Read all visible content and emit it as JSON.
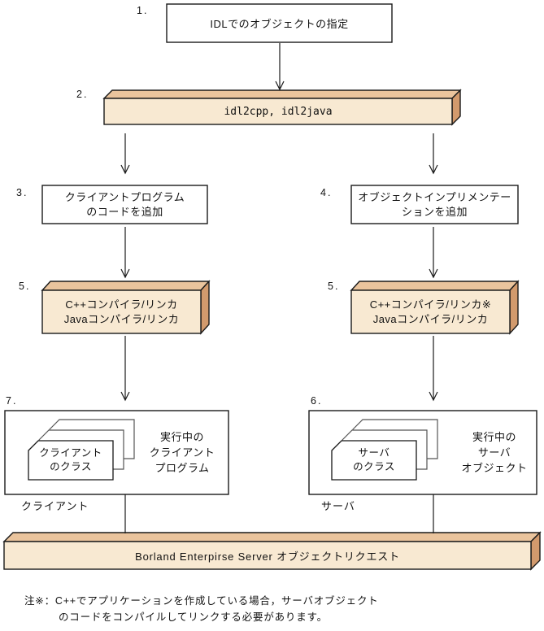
{
  "figure": {
    "steps": {
      "s1": {
        "num": "1.",
        "text": "IDLでのオブジェクトの指定"
      },
      "s2": {
        "num": "2.",
        "text": "idl2cpp, idl2java"
      },
      "s3": {
        "num": "3.",
        "line1": "クライアントプログラム",
        "line2": "のコードを追加"
      },
      "s4": {
        "num": "4.",
        "line1": "オブジェクトインプリメンテー",
        "line2": "ションを追加"
      },
      "s5l": {
        "num": "5.",
        "line1": "C++コンパイラ/リンカ",
        "line2": "Javaコンパイラ/リンカ"
      },
      "s5r": {
        "num": "5.",
        "line1": "C++コンパイラ/リンカ※",
        "line2": "Javaコンパイラ/リンカ"
      },
      "s7": {
        "num": "7.",
        "card_line1": "クライアント",
        "card_line2": "のクラス",
        "run_line1": "実行中の",
        "run_line2": "クライアント",
        "run_line3": "プログラム",
        "caption": "クライアント"
      },
      "s6": {
        "num": "6.",
        "card_line1": "サーバ",
        "card_line2": "のクラス",
        "run_line1": "実行中の",
        "run_line2": "サーバ",
        "run_line3": "オブジェクト",
        "caption": "サーバ"
      }
    },
    "bus_text": "Borland Enterpirse Server オブジェクトリクエスト",
    "note_line1": "注※：C++でアプリケーションを作成している場合，サーバオブジェクト",
    "note_line2": "のコードをコンパイルしてリンクする必要があります。",
    "colors": {
      "face": "#f8e9d2",
      "top": "#eac49d",
      "side": "#d29a6d",
      "line": "#1a1a1a"
    }
  }
}
